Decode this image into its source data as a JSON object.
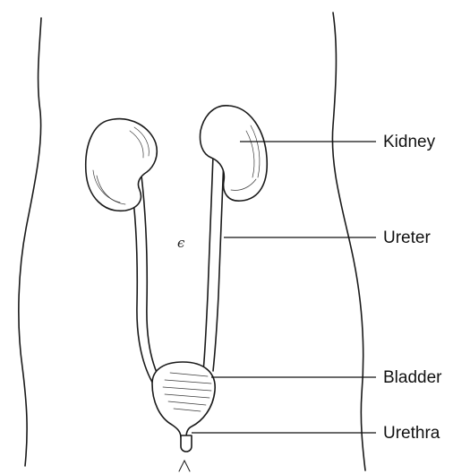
{
  "labels": {
    "kidney": "Kidney",
    "ureter": "Ureter",
    "bladder": "Bladder",
    "urethra": "Urethra"
  },
  "stray_mark": "ϵ"
}
